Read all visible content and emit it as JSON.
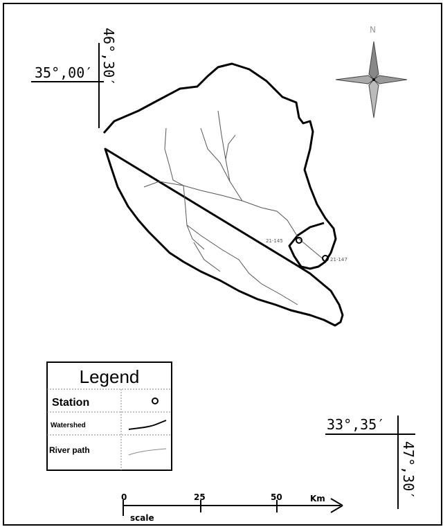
{
  "coordinates": {
    "top_lat": "35°,00′",
    "top_lon": "46°,30′",
    "bottom_lat": "33°,35′",
    "bottom_lon": "47°,30′"
  },
  "north_arrow": {
    "label": "N"
  },
  "stations": [
    {
      "id": "21-145"
    },
    {
      "id": "21-147"
    }
  ],
  "legend": {
    "title": "Legend",
    "rows": [
      {
        "label": "Station",
        "symbol": "circle"
      },
      {
        "label": "Watershed",
        "symbol": "solid-line"
      },
      {
        "label": "River path",
        "symbol": "thin-line"
      }
    ]
  },
  "scale": {
    "ticks": [
      "0",
      "25",
      "50"
    ],
    "unit": "Km",
    "label": "scale"
  }
}
